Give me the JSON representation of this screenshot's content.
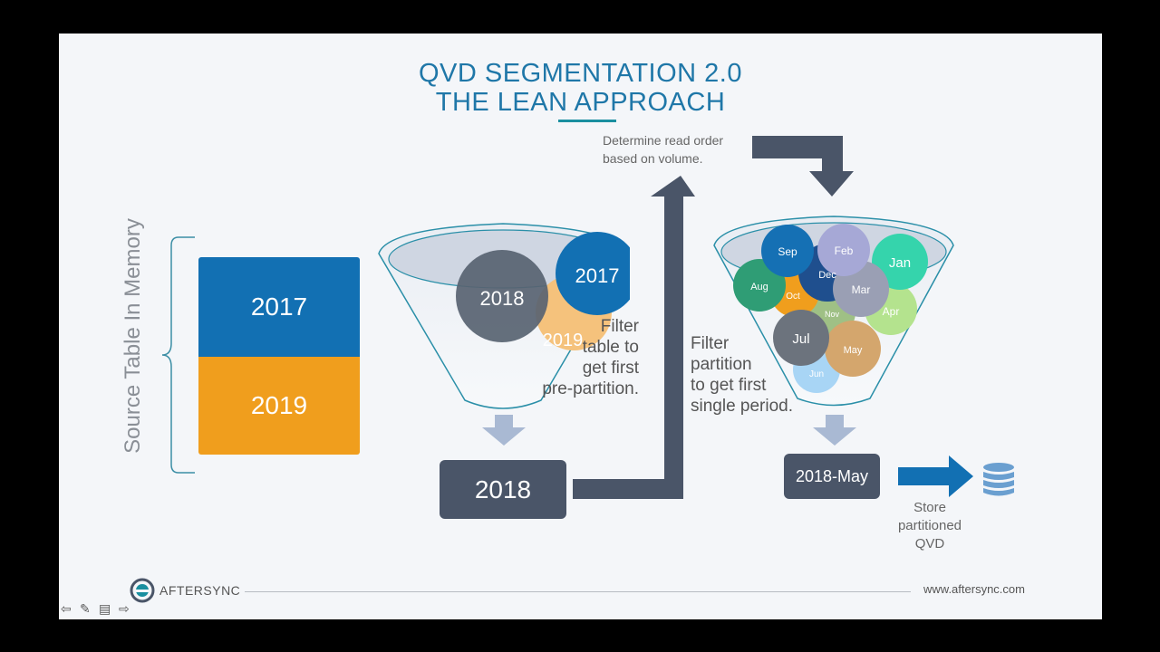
{
  "title": {
    "line1": "QVD SEGMENTATION 2.0",
    "line2": "THE LEAN APPROACH"
  },
  "source": {
    "label": "Source Table In Memory",
    "top_year": "2017",
    "bottom_year": "2019"
  },
  "funnel1": {
    "years": [
      "2018",
      "2017",
      "2019"
    ],
    "caption": [
      "Filter",
      "table to",
      "get first",
      "pre-partition."
    ]
  },
  "result1": "2018",
  "read_order": [
    "Determine read order",
    "based on volume."
  ],
  "funnel2": {
    "months": [
      "Sep",
      "Feb",
      "Jan",
      "Aug",
      "Dec",
      "Mar",
      "Oct",
      "Apr",
      "Nov",
      "Jul",
      "May",
      "Jun"
    ],
    "caption": [
      "Filter",
      "partition",
      "to get first",
      "single period."
    ]
  },
  "result2": "2018-May",
  "store": [
    "Store",
    "partitioned",
    "QVD"
  ],
  "footer": {
    "brand": "AFTERSYNC",
    "url": "www.aftersync.com"
  },
  "colors": {
    "blue": "#1270b3",
    "orange": "#f09e1d",
    "slate": "#4a5568",
    "teal": "#1a8fa0"
  }
}
